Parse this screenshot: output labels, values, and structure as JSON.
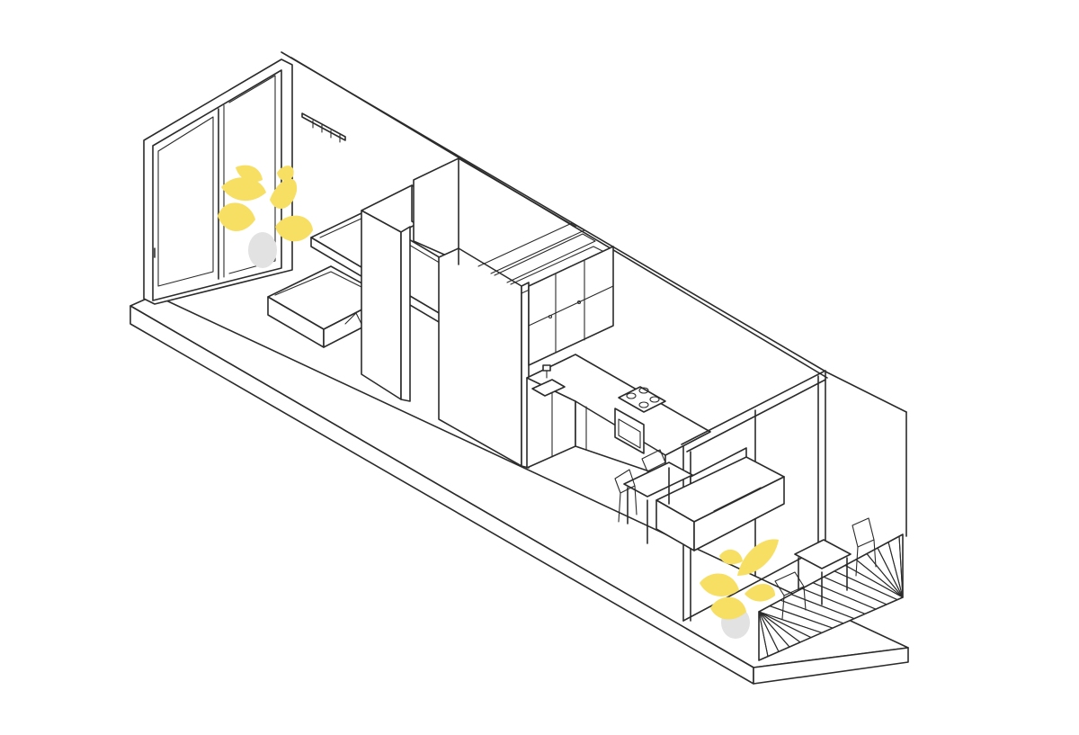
{
  "drawing": {
    "view": "isometric",
    "line_color": "#2b2b2b",
    "background_color": "#ffffff",
    "plant_color": "#f7df63",
    "pot_color": "#e2e2e2"
  },
  "elements": {
    "plants": [
      "monstera-plant-icon",
      "banana-plant-icon"
    ],
    "furniture": [
      "bed",
      "wardrobe-partition",
      "overhead-shelf",
      "kitchen-cabinets",
      "sink",
      "cooktop",
      "oven",
      "dining-table",
      "chairs",
      "sofa",
      "balcony-table",
      "balcony-chairs",
      "coat-hook-rail"
    ]
  }
}
